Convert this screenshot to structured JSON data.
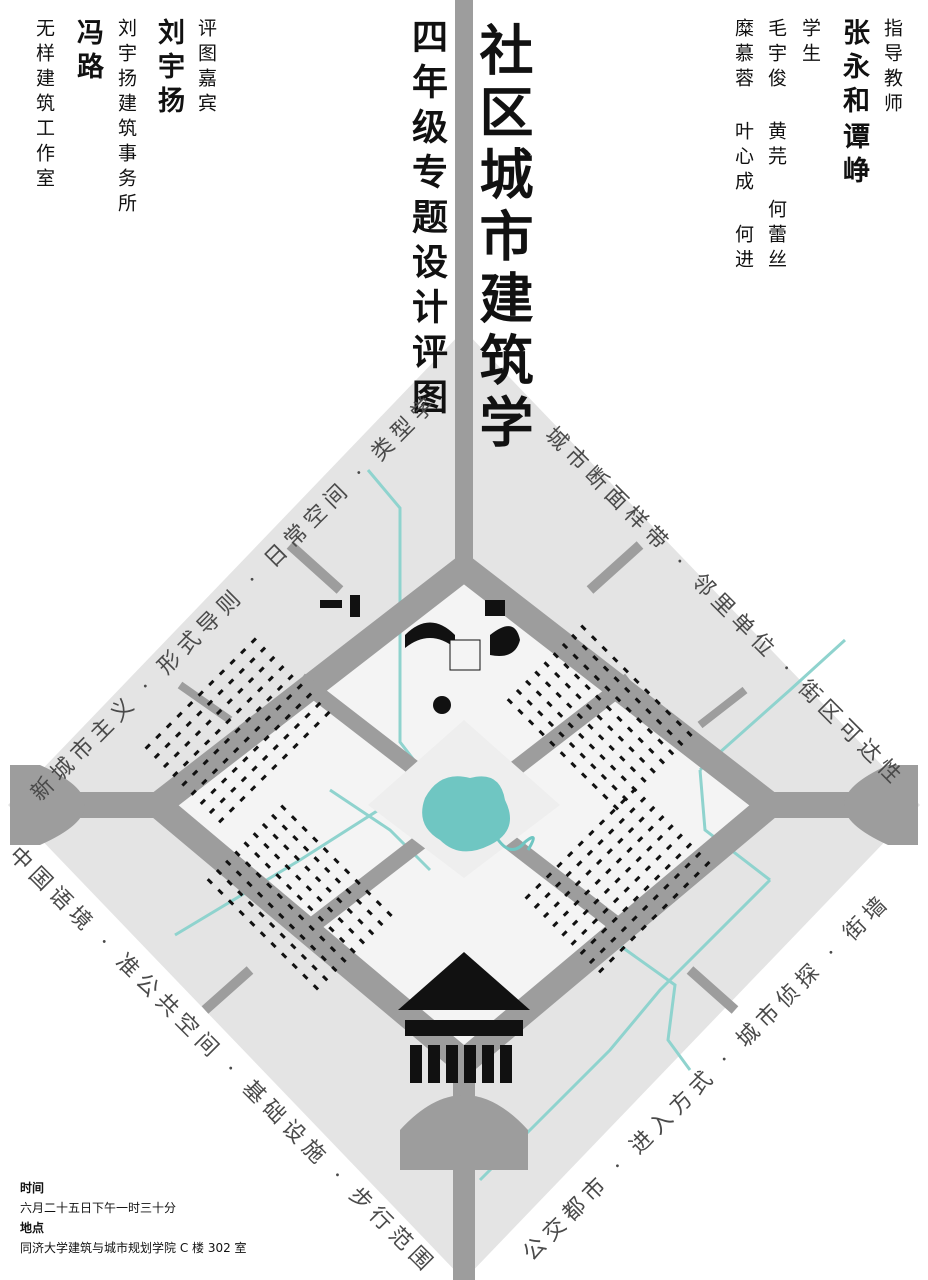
{
  "title": "社区城市建筑学",
  "subtitle": "四年级专题设计评图",
  "reviewers": {
    "label": "评图嘉宾",
    "names": [
      {
        "name": "刘宇扬",
        "org": "刘宇扬建筑事务所"
      },
      {
        "name": "冯路",
        "org": "无样建筑工作室"
      }
    ]
  },
  "advisors": {
    "label": "指导教师",
    "names": [
      "张永和",
      "谭峥"
    ]
  },
  "students": {
    "label": "学生",
    "col1": "毛宇俊 黄芫 何蕾丝",
    "col2": "糜慕蓉 叶心成 何进"
  },
  "info": {
    "time_label": "时间",
    "time_value": "六月二十五日下午一时三十分",
    "place_label": "地点",
    "place_value": "同济大学建筑与城市规划学院 C 楼 302 室"
  },
  "topics_upper_left": "新城市主义 · 形式导则 · 日常空间 · 类型学",
  "topics_upper_right": "城市断面样带 · 邻里单位 · 街区可达性",
  "topics_lower_left": "中国语境 · 准公共空间 · 基础设施 · 步行范围",
  "topics_lower_right": "公交都市 · 进入方式 · 城市侦探 · 街墙",
  "colors": {
    "background": "#ffffff",
    "ground": "#e4e4e4",
    "block": "#f4f4f4",
    "road": "#9d9d9d",
    "canal": "#8fd3ce",
    "pond": "#6fc6c2",
    "building": "#111111"
  }
}
